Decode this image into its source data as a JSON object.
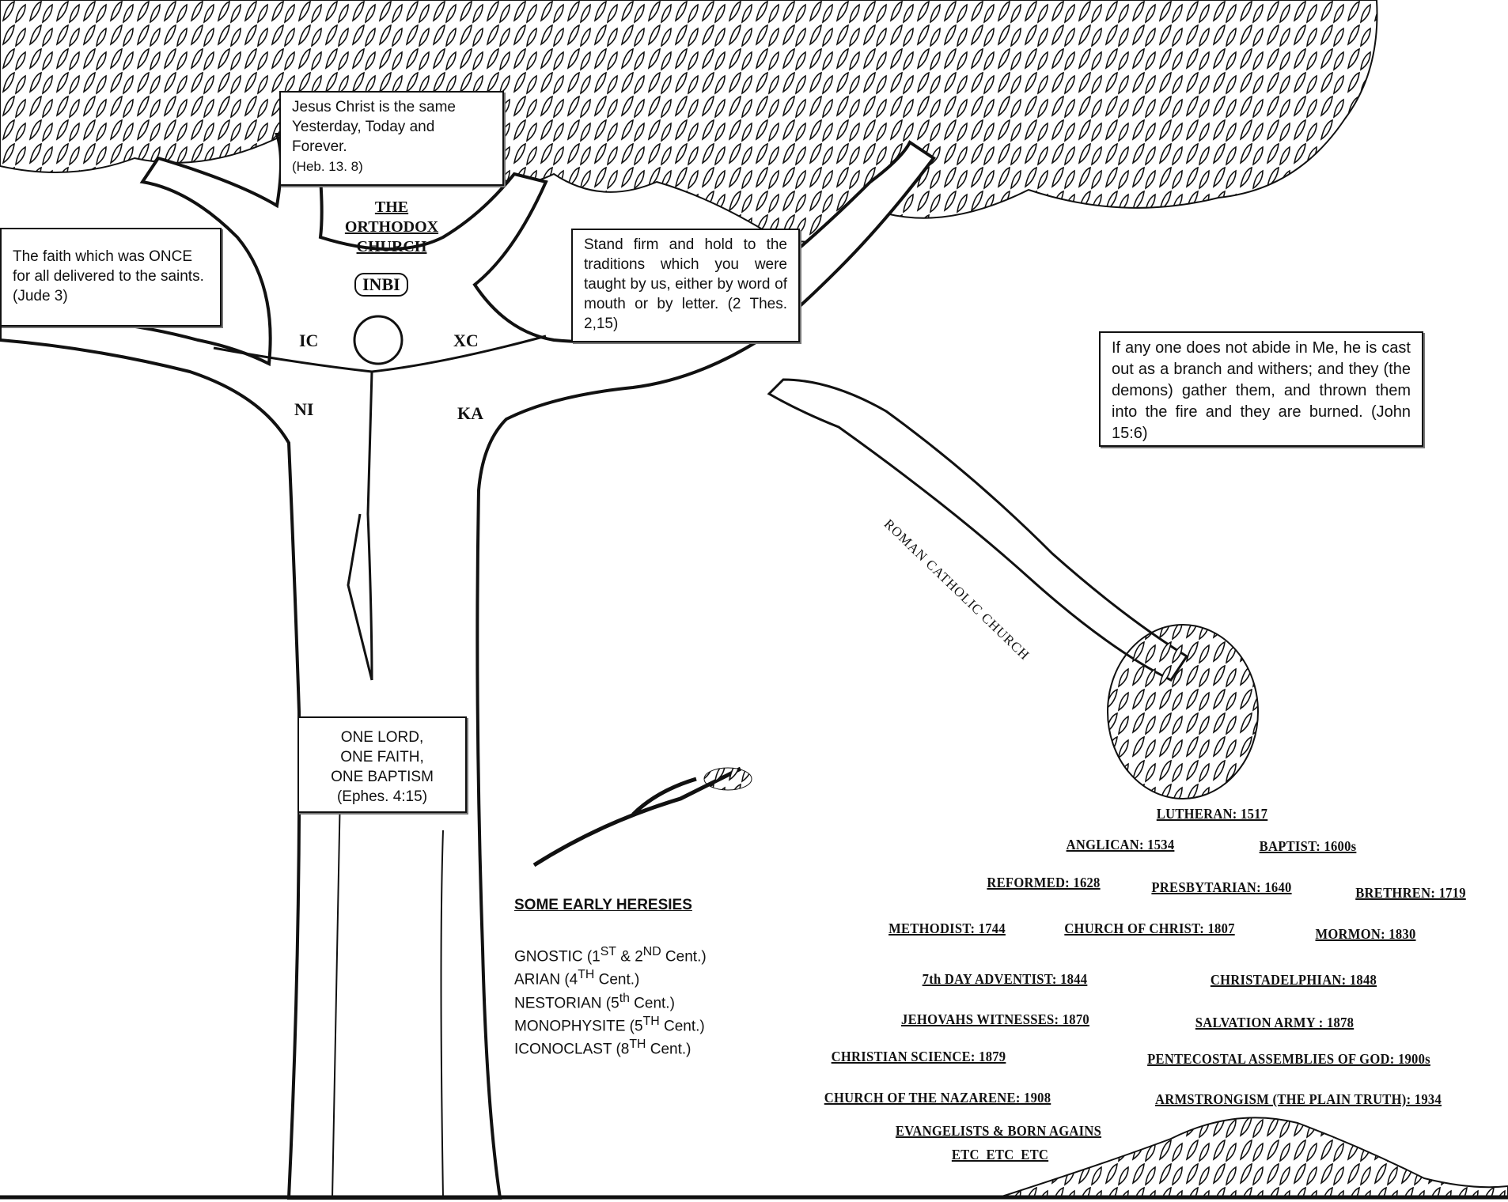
{
  "quotes": {
    "hebrews": {
      "text": "Jesus Christ is the same Yesterday, Today and Forever.",
      "ref": "(Heb. 13. 8)"
    },
    "jude": {
      "text": "The faith which was ONCE for all delivered to the saints. (Jude 3)"
    },
    "thessalonians": {
      "text": "Stand firm and hold to the traditions which you were taught by us, either by word of mouth or by letter. (2 Thes. 2,15)"
    },
    "john": {
      "text": "If any one does not abide in Me, he is cast out as a branch and withers; and they (the demons) gather them, and thrown them into the fire and they are burned. (John 15:6)"
    },
    "ephesians": {
      "line1": "ONE LORD,",
      "line2": "ONE FAITH,",
      "line3": "ONE BAPTISM",
      "ref": "(Ephes. 4:15)"
    }
  },
  "orthodox": {
    "line1": "THE",
    "line2": "ORTHODOX",
    "line3": "CHURCH"
  },
  "icon_inscriptions": {
    "inbi": "INBI",
    "ic": "IC",
    "xc": "XC",
    "ni": "NI",
    "ka": "KA"
  },
  "broken_branch_label": "ROMAN CATHOLIC CHURCH",
  "heresies": {
    "title": "SOME EARLY HERESIES",
    "items": [
      {
        "name": "GNOSTIC (1",
        "sup": "ST",
        "mid": " & 2",
        "sup2": "ND",
        "rest": " Cent.)"
      },
      {
        "name": "ARIAN  (4",
        "sup": "TH",
        "rest": " Cent.)"
      },
      {
        "name": "NESTORIAN  (5",
        "sup": "th",
        "rest": " Cent.)"
      },
      {
        "name": "MONOPHYSITE (5",
        "sup": "TH",
        "rest": " Cent.)"
      },
      {
        "name": "ICONOCLAST (8",
        "sup": "TH",
        "rest": " Cent.)"
      }
    ]
  },
  "denominations": [
    "LUTHERAN: 1517",
    "ANGLICAN: 1534",
    "BAPTIST: 1600s",
    "REFORMED: 1628",
    "PRESBYTARIAN: 1640",
    "BRETHREN: 1719",
    "METHODIST: 1744",
    "CHURCH OF CHRIST: 1807",
    "MORMON: 1830",
    "7th DAY ADVENTIST: 1844",
    "CHRISTADELPHIAN: 1848",
    "JEHOVAHS WITNESSES: 1870",
    "SALVATION ARMY : 1878",
    "CHRISTIAN SCIENCE: 1879",
    "PENTECOSTAL ASSEMBLIES OF GOD: 1900s",
    "CHURCH OF THE NAZARENE: 1908",
    "ARMSTRONGISM (THE PLAIN TRUTH): 1934",
    "EVANGELISTS & BORN AGAINS",
    "ETC  ETC  ETC"
  ]
}
